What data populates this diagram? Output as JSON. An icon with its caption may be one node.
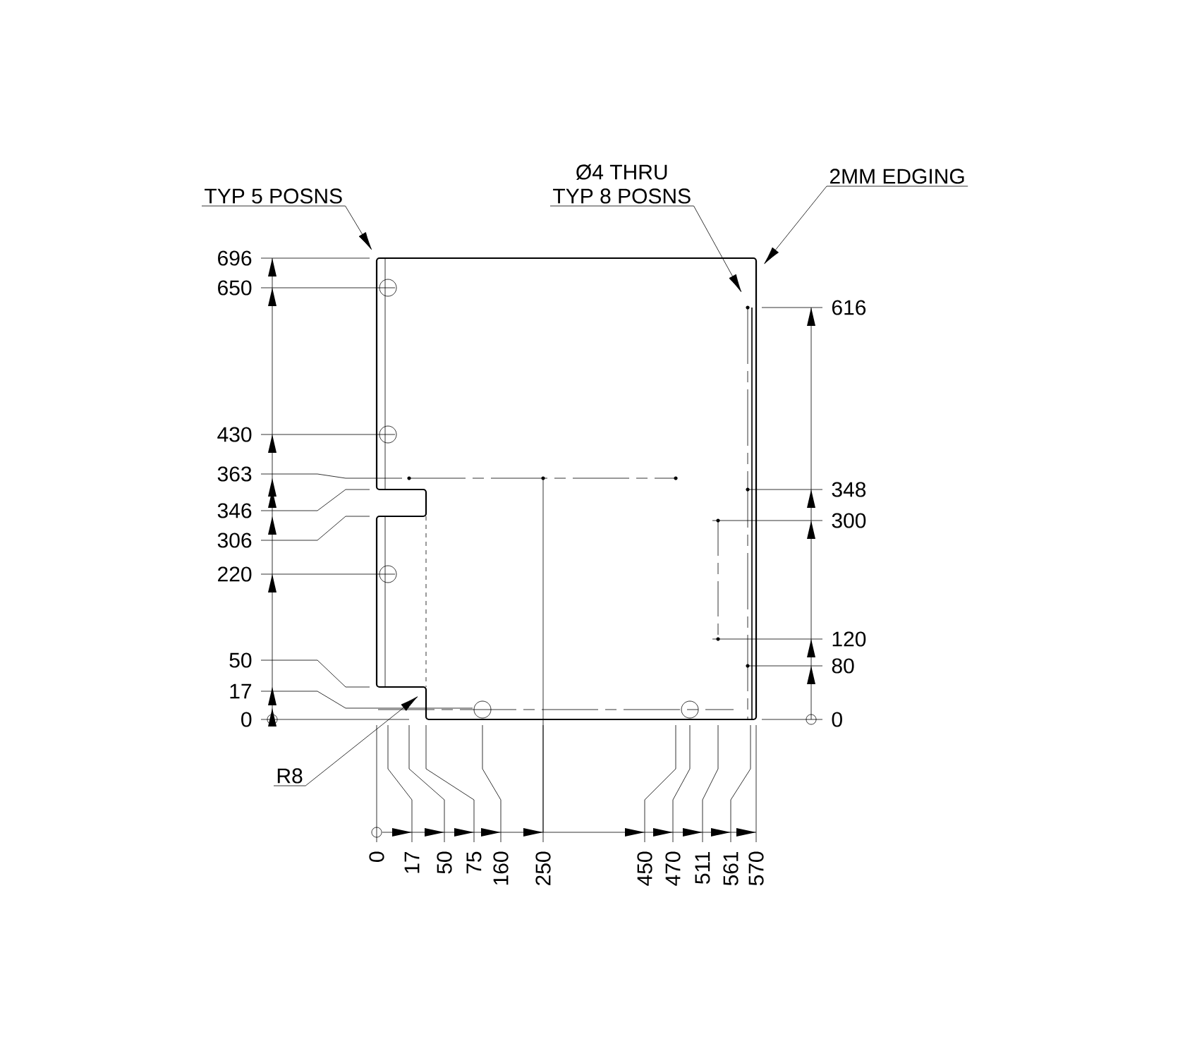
{
  "diagram": {
    "nodes": [
      {
        "text": [
          "TYP 5 POSNS"
        ]
      },
      {
        "text": [
          "Ø4 THRU",
          "TYP 8 POSNS"
        ]
      },
      {
        "text": [
          "2MM EDGING"
        ]
      },
      {
        "text": [
          "R8"
        ]
      }
    ],
    "edges": [
      {
        "from": 0,
        "to": null,
        "arrow": "to"
      },
      {
        "from": 1,
        "to": null,
        "arrow": "to"
      },
      {
        "from": 2,
        "to": null,
        "arrow": "to"
      },
      {
        "from": 3,
        "to": null,
        "arrow": "to"
      }
    ],
    "labels": [
      "696",
      "650",
      "430",
      "363",
      "346",
      "306",
      "220",
      "50",
      "17",
      "0",
      "616",
      "348",
      "300",
      "120",
      "80",
      "0",
      "0",
      "17",
      "50",
      "75",
      "160",
      "250",
      "450",
      "470",
      "511",
      "561",
      "570"
    ]
  }
}
